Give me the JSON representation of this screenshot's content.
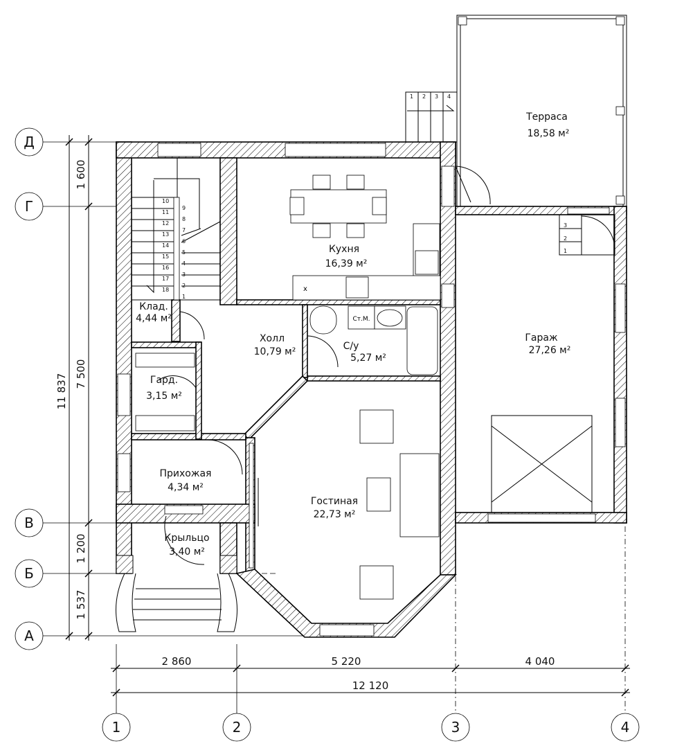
{
  "rooms": [
    {
      "name": "Терраса",
      "area": "18,58 м²"
    },
    {
      "name": "Кухня",
      "area": "16,39 м²"
    },
    {
      "name": "Клад.",
      "area": "4,44 м²"
    },
    {
      "name": "Холл",
      "area": "10,79 м²"
    },
    {
      "name": "С/у",
      "area": "5,27 м²"
    },
    {
      "name": "Гараж",
      "area": "27,26 м²"
    },
    {
      "name": "Гард.",
      "area": "3,15 м²"
    },
    {
      "name": "Прихожая",
      "area": "4,34 м²"
    },
    {
      "name": "Гостиная",
      "area": "22,73 м²"
    },
    {
      "name": "Крыльцо",
      "area": "3,40 м²"
    }
  ],
  "fixtures": {
    "washer": "Ст.М.",
    "fridge": "х"
  },
  "dimensions": {
    "vertical": [
      "1 600",
      "7 500",
      "1 200",
      "1 537"
    ],
    "vertical_total": "11 837",
    "horizontal": [
      "2 860",
      "5 220",
      "4 040"
    ],
    "horizontal_total": "12 120"
  },
  "axes": {
    "rows": [
      "Д",
      "Г",
      "В",
      "Б",
      "А"
    ],
    "columns": [
      "1",
      "2",
      "3",
      "4"
    ]
  },
  "stairs": {
    "main_up": [
      "1",
      "2",
      "3",
      "4",
      "5",
      "6",
      "7",
      "8",
      "9"
    ],
    "main_down": [
      "10",
      "11",
      "12",
      "13",
      "14",
      "15",
      "16",
      "17",
      "18"
    ],
    "terrace": [
      "1",
      "2",
      "3",
      "4"
    ],
    "garage": [
      "1",
      "2",
      "3"
    ]
  }
}
